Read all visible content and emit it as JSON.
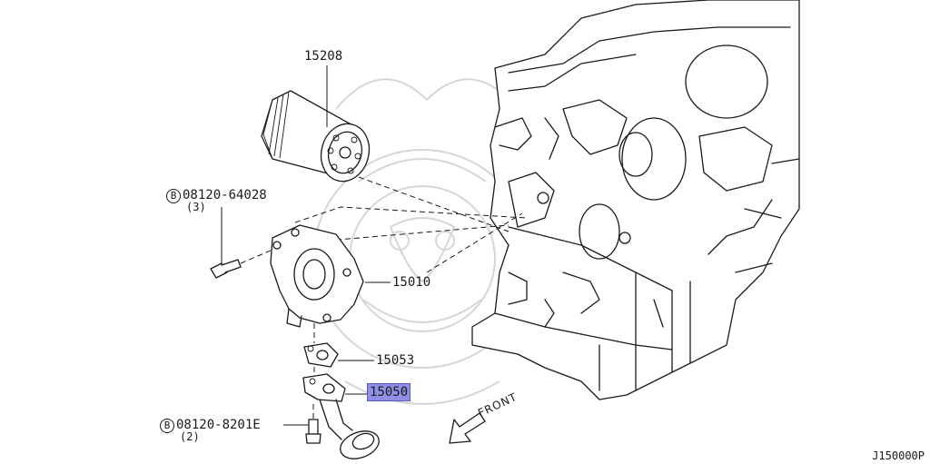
{
  "diagram": {
    "parts": [
      {
        "id": "oil-filter",
        "number": "15208"
      },
      {
        "id": "bolt-upper",
        "prefix": "B",
        "number": "08120-64028",
        "qty": "(3)"
      },
      {
        "id": "oil-pump",
        "number": "15010"
      },
      {
        "id": "gasket",
        "number": "15053"
      },
      {
        "id": "strainer",
        "number": "15050"
      },
      {
        "id": "bolt-lower",
        "prefix": "B",
        "number": "08120-8201E",
        "qty": "(2)"
      }
    ],
    "direction_label": "FRONT",
    "reference_code": "J150000P",
    "highlight_color": "#8f8fe6"
  }
}
